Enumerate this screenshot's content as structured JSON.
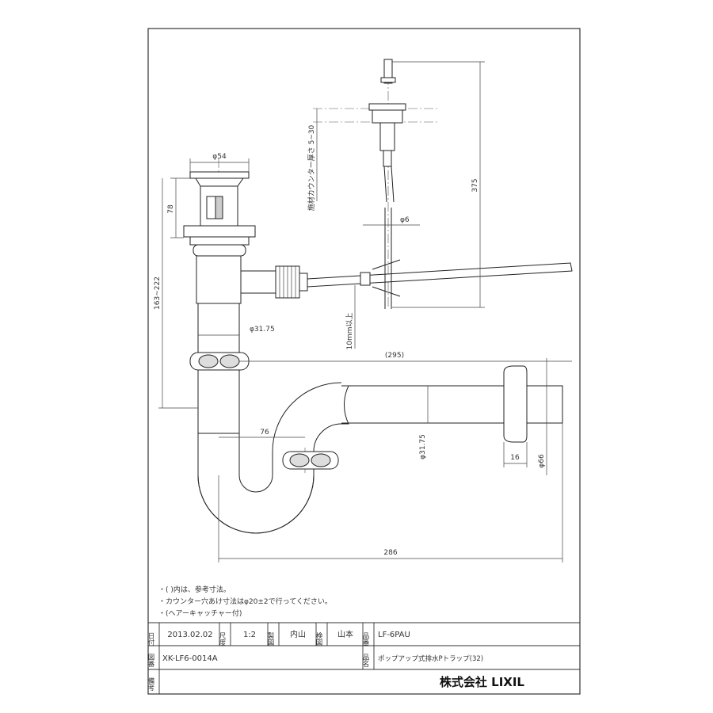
{
  "dimensions": {
    "d54": "φ54",
    "h78": "78",
    "h163_222": "163~222",
    "d31_75_top": "φ31.75",
    "d31_75_right": "φ31.75",
    "d6": "φ6",
    "counter_thickness": "施材カウンター厚さ 5~30",
    "h375": "375",
    "h10mm": "10mm以上",
    "w295": "(295)",
    "w76": "76",
    "w16": "16",
    "d66": "φ66",
    "w286": "286"
  },
  "notes": [
    "・(  )内は、参考寸法。",
    "・カウンター穴あけ寸法はφ20±2で行ってください。",
    "・(ヘアーキャッチャー付)"
  ],
  "title_block": {
    "date_label": "日付",
    "date": "2013.02.02",
    "scale_label": "尺度",
    "scale": "1:2",
    "drafter_label": "製図",
    "drafter": "内山",
    "checker_label": "検図",
    "checker": "山本",
    "part_no_label": "品番",
    "part_no": "LF-6PAU",
    "drawing_no_label": "図番",
    "drawing_no": "XK-LF6-0014A",
    "name_label": "品名",
    "name": "ポップアップ式排水Pトラップ(32)",
    "remarks_label": "備考",
    "maker": "株式会社 LIXIL"
  }
}
